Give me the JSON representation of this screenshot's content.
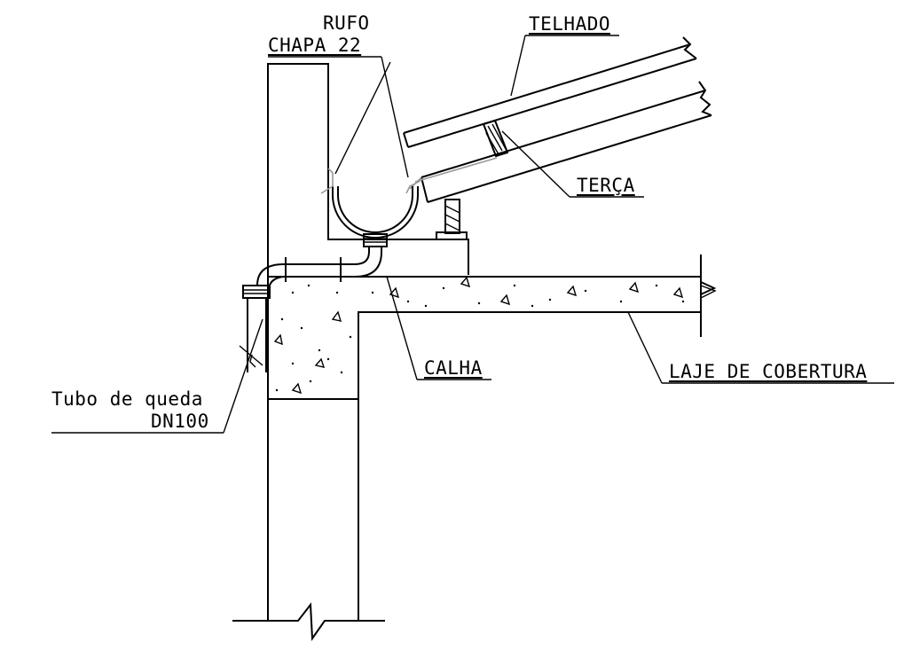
{
  "labels": {
    "rufo_line1": "RUFO",
    "rufo_line2": "CHAPA 22",
    "telhado": "TELHADO",
    "terca": "TERÇA",
    "calha": "CALHA",
    "laje": "LAJE DE COBERTURA",
    "tubo_line1": "Tubo de queda",
    "tubo_line2": "DN100"
  }
}
